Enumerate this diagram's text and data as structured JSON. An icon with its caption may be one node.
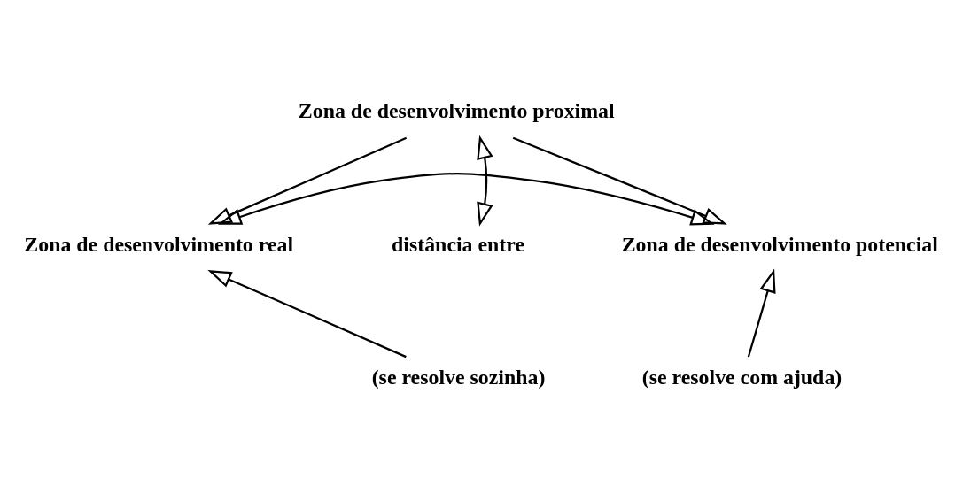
{
  "diagram": {
    "nodes": [
      {
        "text": [
          "Zona de desenvolvimento proximal"
        ]
      },
      {
        "text": [
          "distância entre"
        ]
      },
      {
        "text": [
          "Zona de desenvolvimento real"
        ]
      },
      {
        "text": [
          "Zona de desenvolvimento potencial"
        ]
      },
      {
        "text": [
          "(se resolve sozinha)"
        ]
      },
      {
        "text": [
          "(se resolve com ajuda)"
        ]
      }
    ],
    "edges": [
      {
        "from": 0,
        "to": 2,
        "arrow": "to"
      },
      {
        "from": 0,
        "to": 3,
        "arrow": "to"
      },
      {
        "from": 0,
        "to": 1,
        "arrow": "both"
      },
      {
        "from": 2,
        "to": 3,
        "arrow": "both"
      },
      {
        "from": 4,
        "to": 2,
        "arrow": "to"
      },
      {
        "from": 5,
        "to": 3,
        "arrow": "to"
      }
    ]
  }
}
